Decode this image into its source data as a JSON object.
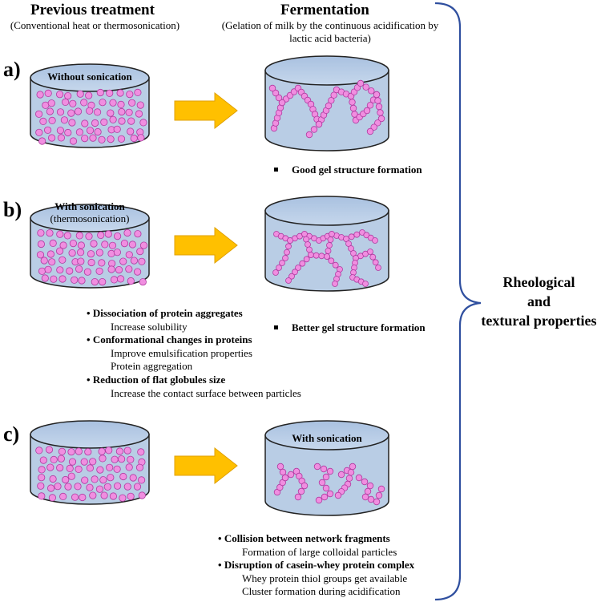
{
  "headers": {
    "left_title": "Previous treatment",
    "left_subtitle": "(Conventional heat or thermosonication)",
    "right_title": "Fermentation",
    "right_subtitle": "(Gelation of milk by the continuous acidification by lactic acid bacteria)"
  },
  "panels": [
    {
      "label": "a)",
      "left_cylinder_text": "Without sonication",
      "result_bullet": "Good gel structure formation"
    },
    {
      "label": "b)",
      "left_cylinder_text": "With sonication",
      "left_cylinder_subtext": "(thermosonication)",
      "result_bullet": "Better gel structure formation",
      "effects": [
        {
          "title": "Dissociation of protein aggregates",
          "details": [
            "Increase solubility"
          ]
        },
        {
          "title": "Conformational changes in proteins",
          "details": [
            "Improve emulsification properties",
            "Protein aggregation"
          ]
        },
        {
          "title": "Reduction of flat globules size",
          "details": [
            "Increase the contact surface between particles"
          ]
        }
      ]
    },
    {
      "label": "c)",
      "right_cylinder_text": "With sonication",
      "effects": [
        {
          "title": "Collision between network fragments",
          "details": [
            "Formation of large colloidal particles"
          ]
        },
        {
          "title": "Disruption of  casein-whey protein complex",
          "details": [
            "Whey protein thiol groups get available",
            "Cluster formation during acidification"
          ]
        }
      ]
    }
  ],
  "outcome": {
    "line1": "Rheological",
    "line2": "and",
    "line3": "textural properties"
  },
  "colors": {
    "cylinder_fill": "#b9cde5",
    "cylinder_stroke": "#1f1f1f",
    "particle_fill": "#f08ee0",
    "particle_stroke": "#b03aa0",
    "arrow_fill": "#ffc000",
    "arrow_stroke": "#e0a000",
    "brace_stroke": "#2f4f9f"
  }
}
